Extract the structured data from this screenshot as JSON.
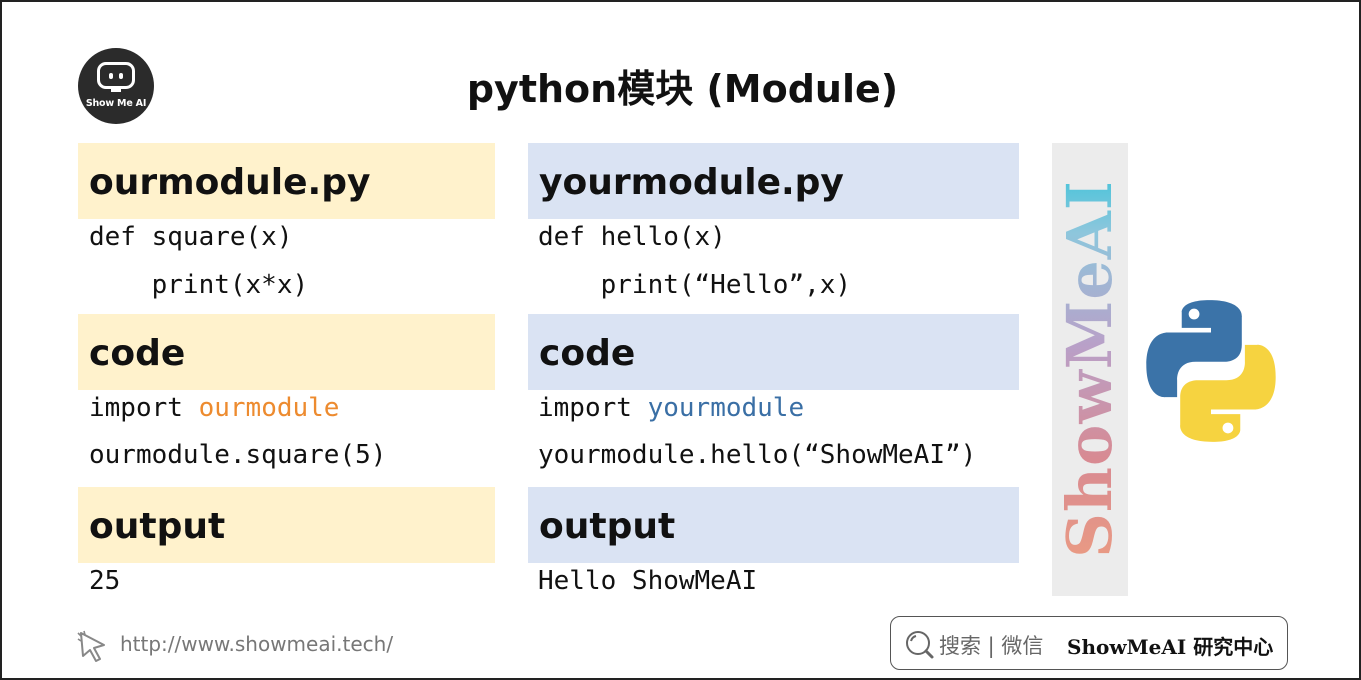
{
  "header": {
    "logo_text": "Show Me AI",
    "title": "python模块 (Module)"
  },
  "left": {
    "file_header": "ourmodule.py",
    "file_lines": [
      "def square(x)",
      "    print(x*x)"
    ],
    "code_header": "code",
    "code_import_kw": "import ",
    "code_import_name": "ourmodule",
    "code_call": "ourmodule.square(5)",
    "output_header": "output",
    "output_value": "25"
  },
  "right": {
    "file_header": "yourmodule.py",
    "file_lines": [
      "def hello(x)",
      "    print(“Hello”,x)"
    ],
    "code_header": "code",
    "code_import_kw": "import ",
    "code_import_name": "yourmodule",
    "code_call": "yourmodule.hello(“ShowMeAI”)",
    "output_header": "output",
    "output_value": "Hello ShowMeAI"
  },
  "brand_strip": {
    "text": "ShowMeAI"
  },
  "icons": {
    "logo": "robot-face-icon",
    "python": "python-logo-icon",
    "url": "pointer-cursor-icon",
    "search": "search-icon"
  },
  "footer": {
    "url": "http://www.showmeai.tech/",
    "search_text": "搜索 | 微信",
    "search_brand": "ShowMeAI 研究中心"
  },
  "colors": {
    "left_header_bg": "#fff2cc",
    "right_header_bg": "#dae3f3",
    "left_highlight": "#ed8b2f",
    "right_highlight": "#3a6fa5",
    "python_blue": "#3b73a8",
    "python_yellow": "#f6d340"
  }
}
